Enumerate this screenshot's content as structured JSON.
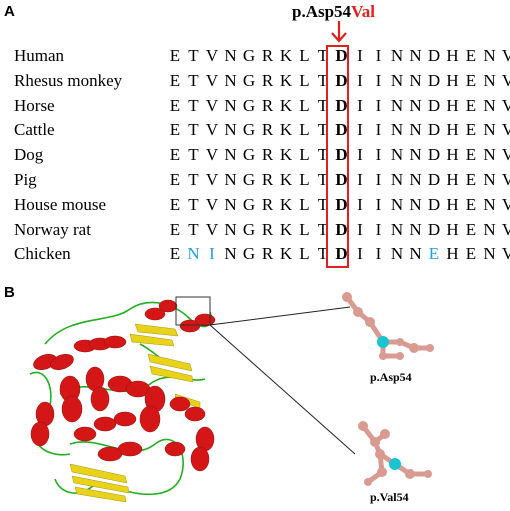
{
  "panel_a": {
    "letter": "A",
    "mutation_original": "p.Asp54",
    "mutation_new": "Val",
    "rows": [
      {
        "species": "Human",
        "residues": [
          "E",
          "T",
          "V",
          "N",
          "G",
          "R",
          "K",
          "L",
          "T",
          "D",
          "I",
          "I",
          "N",
          "N",
          "D",
          "H",
          "E",
          "N",
          "V"
        ],
        "diff": []
      },
      {
        "species": "Rhesus monkey",
        "residues": [
          "E",
          "T",
          "V",
          "N",
          "G",
          "R",
          "K",
          "L",
          "T",
          "D",
          "I",
          "I",
          "N",
          "N",
          "D",
          "H",
          "E",
          "N",
          "V"
        ],
        "diff": []
      },
      {
        "species": "Horse",
        "residues": [
          "E",
          "T",
          "V",
          "N",
          "G",
          "R",
          "K",
          "L",
          "T",
          "D",
          "I",
          "I",
          "N",
          "N",
          "D",
          "H",
          "E",
          "N",
          "V"
        ],
        "diff": []
      },
      {
        "species": "Cattle",
        "residues": [
          "E",
          "T",
          "V",
          "N",
          "G",
          "R",
          "K",
          "L",
          "T",
          "D",
          "I",
          "I",
          "N",
          "N",
          "D",
          "H",
          "E",
          "N",
          "V"
        ],
        "diff": []
      },
      {
        "species": "Dog",
        "residues": [
          "E",
          "T",
          "V",
          "N",
          "G",
          "R",
          "K",
          "L",
          "T",
          "D",
          "I",
          "I",
          "N",
          "N",
          "D",
          "H",
          "E",
          "N",
          "V"
        ],
        "diff": []
      },
      {
        "species": "Pig",
        "residues": [
          "E",
          "T",
          "V",
          "N",
          "G",
          "R",
          "K",
          "L",
          "T",
          "D",
          "I",
          "I",
          "N",
          "N",
          "D",
          "H",
          "E",
          "N",
          "V"
        ],
        "diff": []
      },
      {
        "species": "House mouse",
        "residues": [
          "E",
          "T",
          "V",
          "N",
          "G",
          "R",
          "K",
          "L",
          "T",
          "D",
          "I",
          "I",
          "N",
          "N",
          "D",
          "H",
          "E",
          "N",
          "V"
        ],
        "diff": []
      },
      {
        "species": "Norway rat",
        "residues": [
          "E",
          "T",
          "V",
          "N",
          "G",
          "R",
          "K",
          "L",
          "T",
          "D",
          "I",
          "I",
          "N",
          "N",
          "D",
          "H",
          "E",
          "N",
          "V"
        ],
        "diff": []
      },
      {
        "species": "Chicken",
        "residues": [
          "E",
          "N",
          "I",
          "N",
          "G",
          "R",
          "K",
          "L",
          "T",
          "D",
          "I",
          "I",
          "N",
          "N",
          "E",
          "H",
          "E",
          "N",
          "V"
        ],
        "diff": [
          1,
          2,
          14
        ]
      }
    ],
    "highlight_index": 9
  },
  "panel_b": {
    "letter": "B",
    "label_wildtype": "p.Asp54",
    "label_mutant": "p.Val54"
  },
  "colors": {
    "mutation_red": "#e0201b",
    "diff_blue": "#1ea0e0",
    "helix_red": "#d41616",
    "sheet_yellow": "#e8d21a",
    "coil_green": "#22b022",
    "atom_pink": "#d99a92",
    "atom_cyan": "#19c4cf"
  }
}
